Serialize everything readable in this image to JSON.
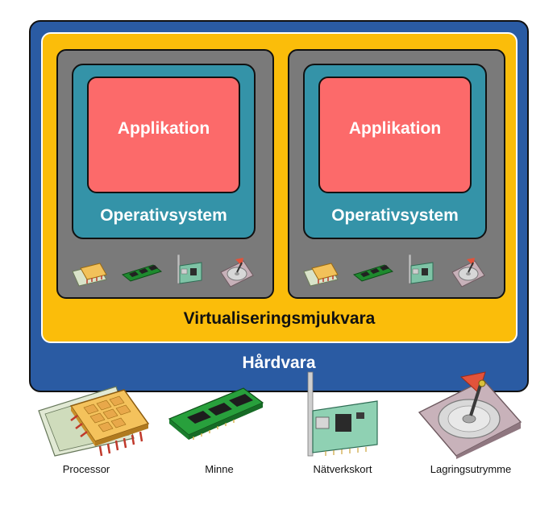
{
  "hardware": {
    "label": "Hårdvara"
  },
  "virtualization": {
    "label": "Virtualiseringsmjukvara"
  },
  "vms": [
    {
      "app_label": "Applikation",
      "os_label": "Operativsystem"
    },
    {
      "app_label": "Applikation",
      "os_label": "Operativsystem"
    }
  ],
  "components": [
    {
      "label": "Processor",
      "icon": "processor-icon"
    },
    {
      "label": "Minne",
      "icon": "memory-icon"
    },
    {
      "label": "Nätverkskort",
      "icon": "network-card-icon"
    },
    {
      "label": "Lagringsutrymme",
      "icon": "storage-icon"
    }
  ],
  "colors": {
    "hardware": "#2a5ba3",
    "virtualization": "#fbbd0a",
    "vm": "#7a7a7a",
    "os": "#3493a8",
    "application": "#fc6a6a"
  }
}
